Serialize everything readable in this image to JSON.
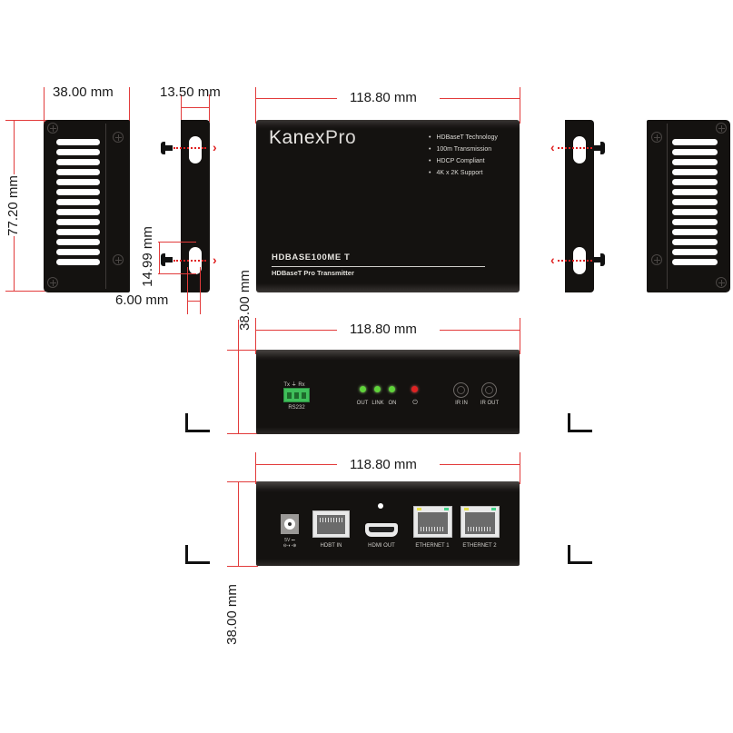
{
  "diagram": {
    "title": "KanexPro HDBASE100MET dimensional drawing",
    "device": {
      "brand": "Kanex",
      "brand_suffix": "Pro",
      "model": "HDBASE100ME T",
      "subtitle": "HDBaseT Pro Transmitter",
      "features": [
        "HDBaseT Technology",
        "100m Transmission",
        "HDCP Compliant",
        "4K x 2K Support"
      ]
    },
    "dimensions": {
      "side_width": "38.00 mm",
      "side_height": "77.20 mm",
      "bracket_width": "13.50 mm",
      "keyhole_spacing": "14.99 mm",
      "keyhole_width": "6.00 mm",
      "top_length": "118.80 mm",
      "front_length": "118.80 mm",
      "rear_length": "118.80 mm",
      "top_to_front_height": "38.00 mm",
      "rear_height": "38.00 mm"
    },
    "front_panel": {
      "rs232_pins_label": "Tx ⏚ Rx",
      "rs232_label": "RS232",
      "leds": [
        {
          "label": "OUT",
          "color": "#5fd43a"
        },
        {
          "label": "LINK",
          "color": "#5fd43a"
        },
        {
          "label": "ON",
          "color": "#5fd43a"
        },
        {
          "label": "⏻",
          "color": "#e02222"
        }
      ],
      "ir_in_label": "IR IN",
      "ir_out_label": "IR OUT"
    },
    "rear_panel": {
      "power_label": "5V ⎓",
      "power_polarity": "⊖-◐-⊕",
      "hdbt_in_label": "HDBT IN",
      "hdmi_out_label": "HDMI OUT",
      "ethernet1_label": "ETHERNET 1",
      "ethernet2_label": "ETHERNET 2"
    },
    "colors": {
      "dimension_line": "#e23b3b",
      "device_body": "#141210",
      "arrow": "#e02020",
      "terminal_green": "#3fbf5a"
    }
  }
}
